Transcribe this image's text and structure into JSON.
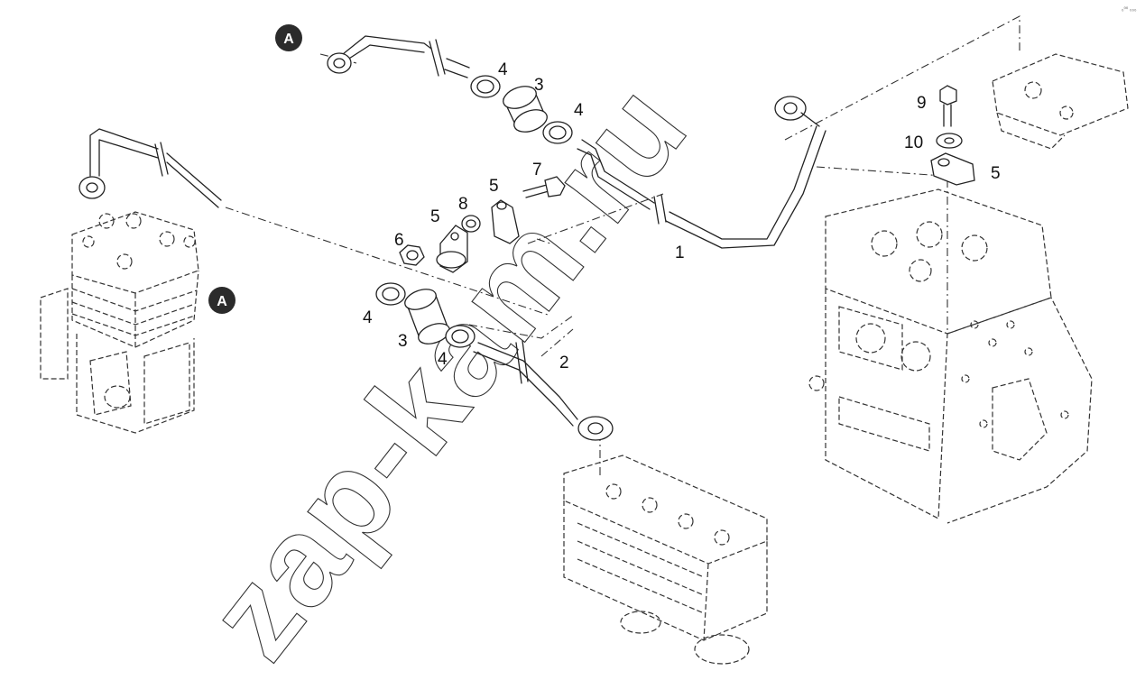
{
  "reference_badges": {
    "top": "A",
    "middle": "A"
  },
  "callouts": {
    "pipe_1": "1",
    "pipe_2": "2",
    "sleeve_top": "3",
    "sleeve_bottom": "3",
    "clamp_top_left": "4",
    "clamp_top_right": "4",
    "clamp_bottom_left": "4",
    "clamp_bottom_right": "4",
    "bracket_middle_left": "5",
    "bracket_middle_right": "5",
    "bracket_engine": "5",
    "nut": "6",
    "screw": "7",
    "spacer": "8",
    "bolt": "9",
    "washer": "10"
  },
  "watermark": "zap-kam.ru",
  "corner_code": "₀⁰⁰ ₀₀₀"
}
